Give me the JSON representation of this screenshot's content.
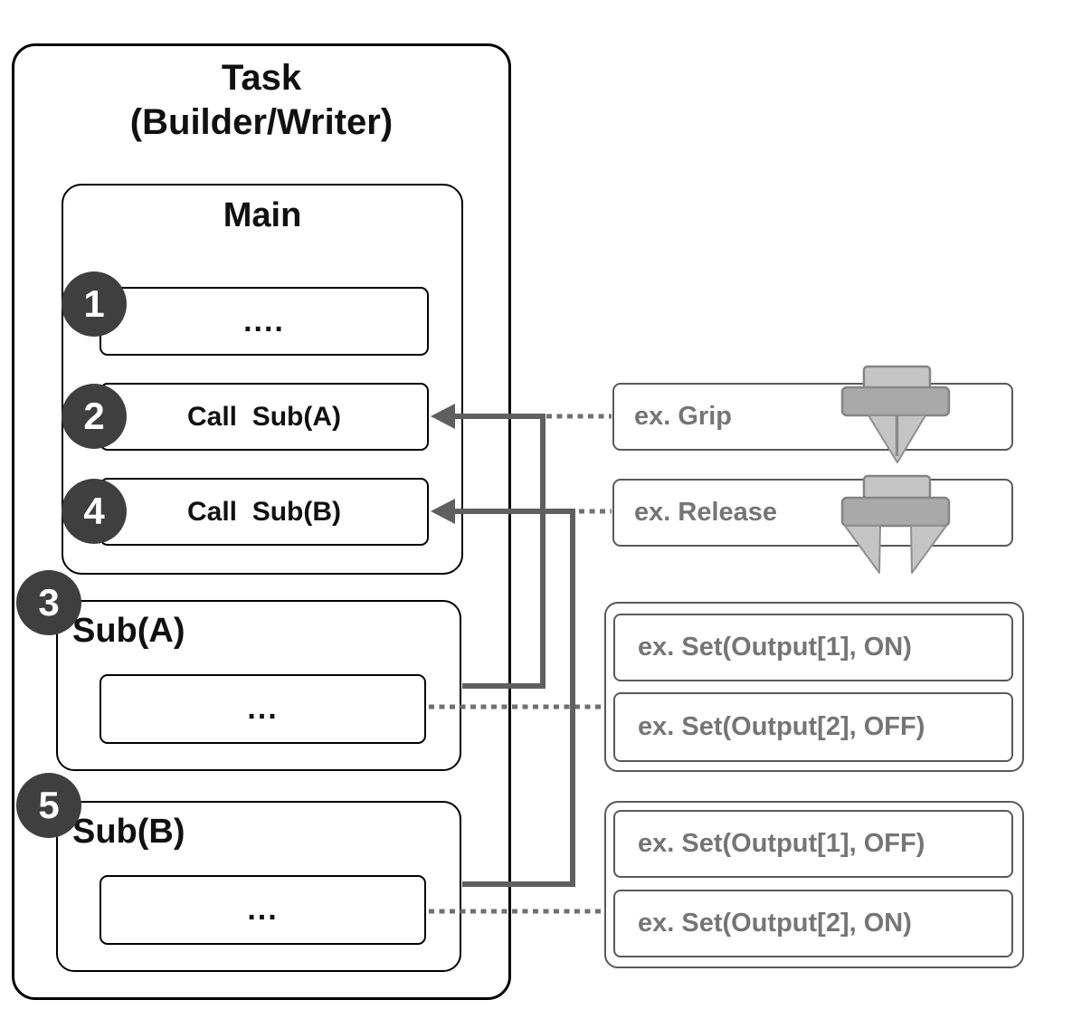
{
  "task": {
    "title_line1": "Task",
    "title_line2": "(Builder/Writer)"
  },
  "main": {
    "title": "Main",
    "steps": [
      {
        "number": "1",
        "label": "...."
      },
      {
        "number": "2",
        "label": "Call  Sub(A)"
      },
      {
        "number": "4",
        "label": "Call  Sub(B)"
      }
    ]
  },
  "subs": [
    {
      "number": "3",
      "name": "Sub(A)",
      "body": "..."
    },
    {
      "number": "5",
      "name": "Sub(B)",
      "body": "..."
    }
  ],
  "examples": {
    "grip": "ex. Grip",
    "release": "ex. Release",
    "sub_a": [
      "ex. Set(Output[1], ON)",
      "ex. Set(Output[2], OFF)"
    ],
    "sub_b": [
      "ex. Set(Output[1], OFF)",
      "ex. Set(Output[2], ON)"
    ]
  },
  "icons": {
    "grip": "gripper-closed-icon",
    "release": "gripper-open-icon"
  },
  "colors": {
    "outline": "#000000",
    "circle_fill": "#3f3f3f",
    "connector": "#5f5f5f",
    "dotted_line": "#707070",
    "gray_box_border": "#595959",
    "gray_text": "#757575",
    "icon_light": "#c5c5c5",
    "icon_mid": "#a9a9a9",
    "icon_border": "#858585"
  }
}
